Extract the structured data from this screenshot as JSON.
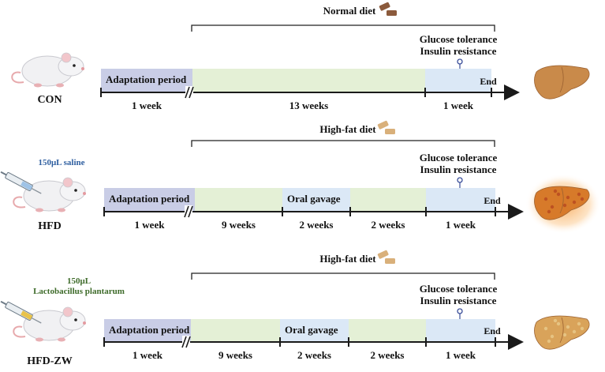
{
  "diagram": {
    "end_label": "End",
    "measurements": [
      "Glucose tolerance",
      "Insulin resistance"
    ],
    "groups": [
      {
        "name": "CON",
        "diet": "Normal diet",
        "treatment": [],
        "phases": [
          {
            "label": "Adaptation period",
            "duration": "1 week",
            "fill": "#c9cde6"
          },
          {
            "label": "",
            "duration": "13 weeks",
            "fill": "#e4f0d6"
          },
          {
            "label": "",
            "duration": "1 week",
            "fill": "#dbe8f6"
          }
        ]
      },
      {
        "name": "HFD",
        "diet": "High-fat diet",
        "treatment": [
          "150μL saline"
        ],
        "treatment_color": "#2f5fa0",
        "phases": [
          {
            "label": "Adaptation period",
            "duration": "1 week",
            "fill": "#c9cde6"
          },
          {
            "label": "",
            "duration": "9 weeks",
            "fill": "#e4f0d6"
          },
          {
            "label": "Oral gavage",
            "duration": "2 weeks",
            "fill": "#dbe8f6"
          },
          {
            "label": "",
            "duration": "2 weeks",
            "fill": "#e4f0d6"
          },
          {
            "label": "",
            "duration": "1 week",
            "fill": "#dbe8f6"
          }
        ]
      },
      {
        "name": "HFD-ZW",
        "diet": "High-fat diet",
        "treatment": [
          "150μL",
          "Lactobacillus plantarum"
        ],
        "treatment_color": "#3e6b2a",
        "phases": [
          {
            "label": "Adaptation period",
            "duration": "1 week",
            "fill": "#c9cde6"
          },
          {
            "label": "",
            "duration": "9 weeks",
            "fill": "#e4f0d6"
          },
          {
            "label": "Oral gavage",
            "duration": "2 weeks",
            "fill": "#dbe8f6"
          },
          {
            "label": "",
            "duration": "2 weeks",
            "fill": "#e4f0d6"
          },
          {
            "label": "",
            "duration": "1 week",
            "fill": "#dbe8f6"
          }
        ]
      }
    ],
    "colors": {
      "axis": "#1a1a1a",
      "liver_normal": "#c98a4a",
      "liver_fatty": "#d9a35a",
      "liver_diseased": "#d77a2a"
    }
  }
}
